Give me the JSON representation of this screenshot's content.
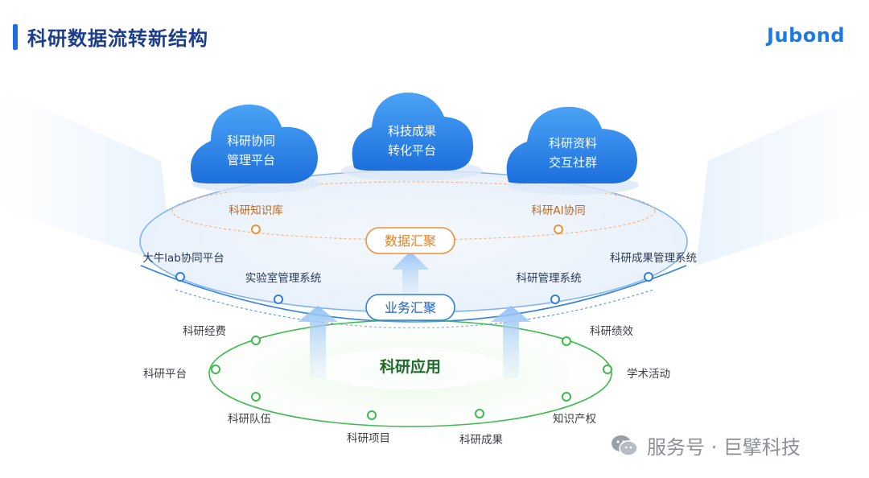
{
  "header": {
    "title": "科研数据流转新结构",
    "logo": "Jubond"
  },
  "clouds": [
    {
      "line1": "科研协同",
      "line2": "管理平台"
    },
    {
      "line1": "科技成果",
      "line2": "转化平台"
    },
    {
      "line1": "科研资料",
      "line2": "交互社群"
    }
  ],
  "data_layer": {
    "badge": "数据汇聚",
    "nodes": [
      "科研知识库",
      "科研AI协同"
    ]
  },
  "business_layer": {
    "badge": "业务汇聚",
    "nodes": [
      "大牛lab协同平台",
      "实验室管理系统",
      "科研管理系统",
      "科研成果管理系统"
    ]
  },
  "application_layer": {
    "center": "科研应用",
    "nodes": [
      "科研经费",
      "科研平台",
      "科研队伍",
      "科研项目",
      "科研成果",
      "知识产权",
      "学术活动",
      "科研绩效"
    ]
  },
  "watermark": {
    "text": "服务号 · 巨擘科技"
  },
  "colors": {
    "primary": "#1e6fe0",
    "orange": "#f0913a",
    "green": "#3dbb4e",
    "title": "#1b3d8a"
  }
}
